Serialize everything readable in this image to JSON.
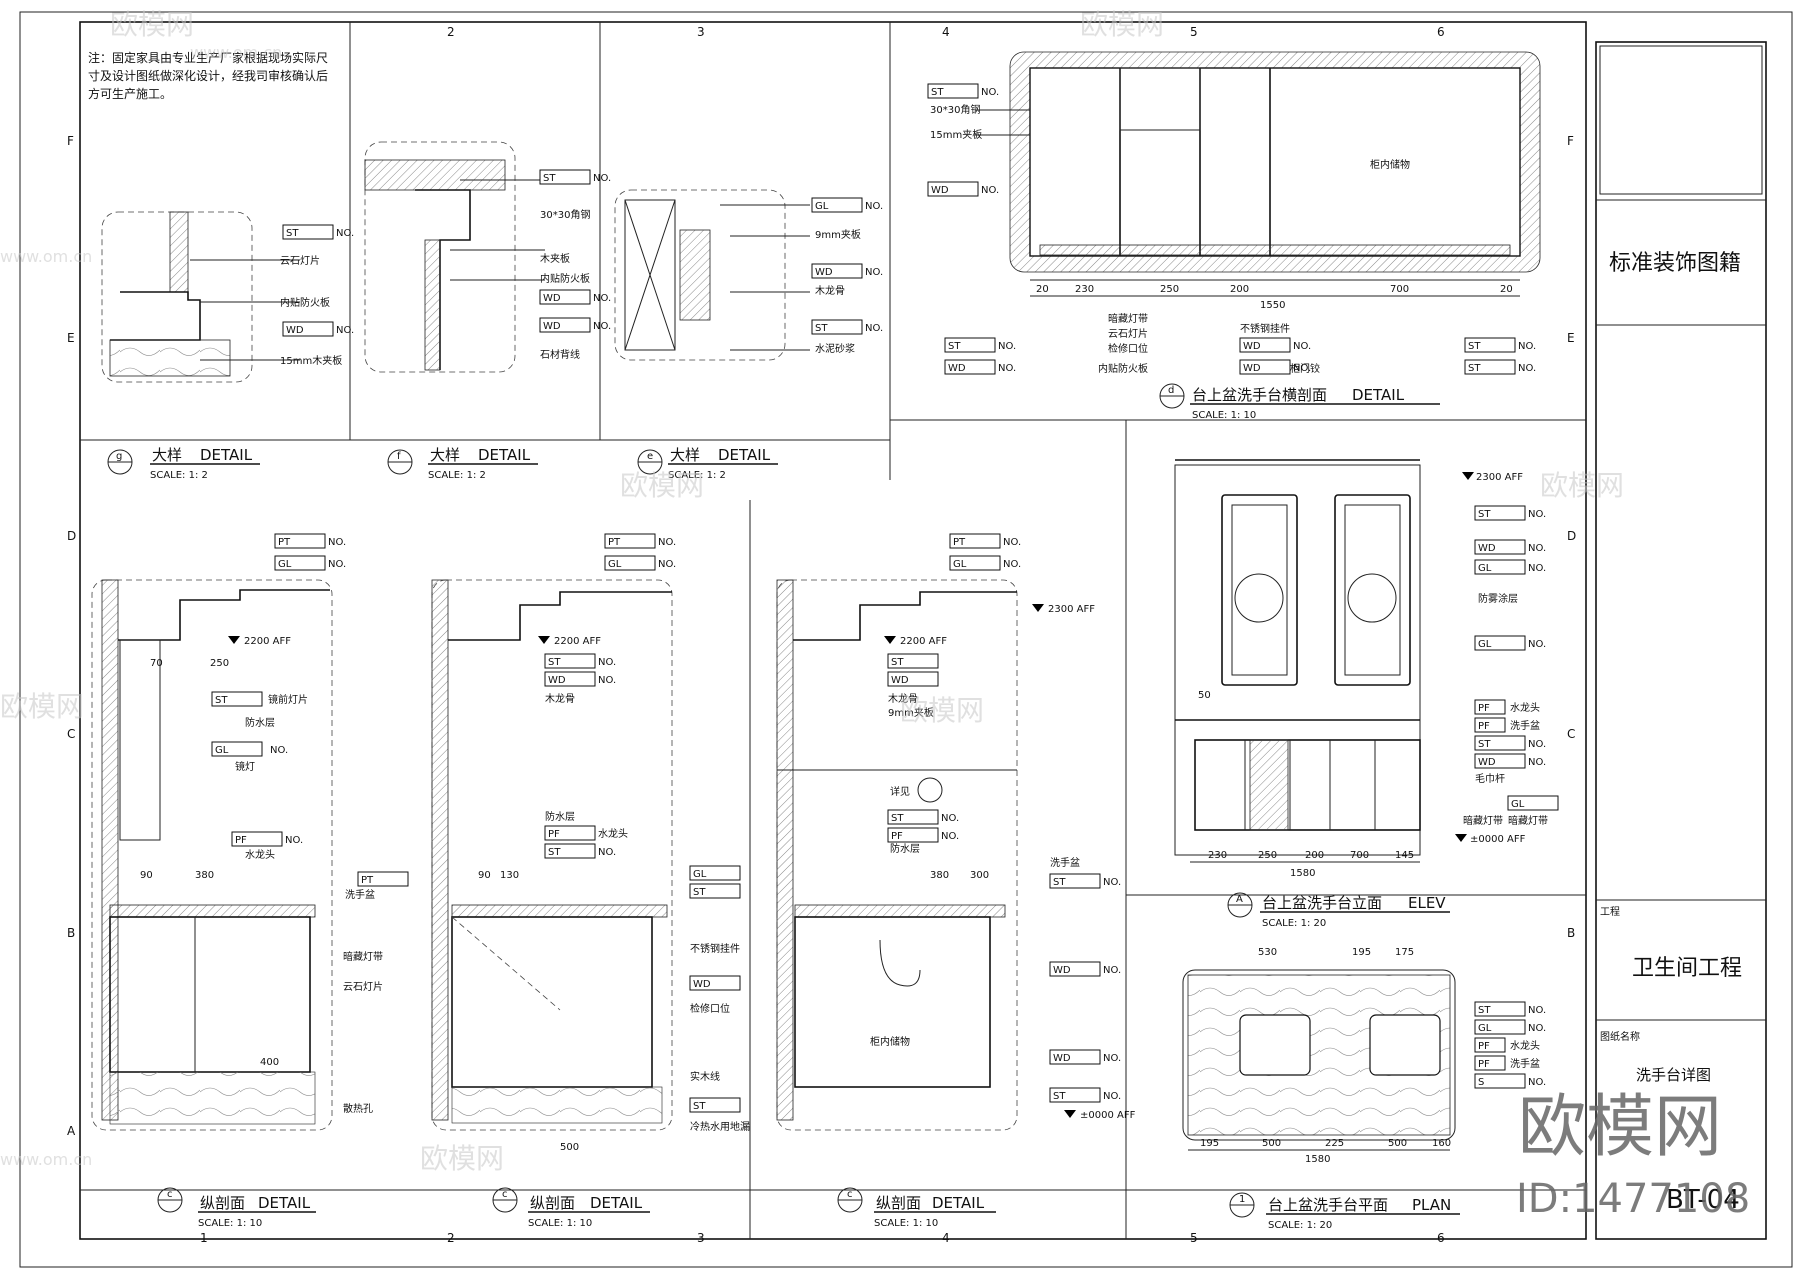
{
  "note": [
    "注：固定家具由专业生产厂家根据现场实际尺",
    "寸及设计图纸做深化设计，经我司审核确认后",
    "方可生产施工。"
  ],
  "grid": {
    "cols": [
      "1",
      "2",
      "3",
      "4",
      "5",
      "6"
    ],
    "rows": [
      "F",
      "E",
      "D",
      "C",
      "B",
      "A"
    ],
    "top_col_labels": [
      "2",
      "3",
      "4",
      "5",
      "6"
    ]
  },
  "title_block": {
    "company": "标准装饰图籍",
    "project_label": "工程",
    "project": "卫生间工程",
    "drawing_label": "图纸名称",
    "drawing": "洗手台详图",
    "sheet": "BT-04"
  },
  "watermark": {
    "site": "www.om.cn",
    "brand": "欧模网",
    "big": "欧模网",
    "id": "ID:1477108"
  },
  "views": {
    "g": {
      "tag": "g",
      "title": "大样",
      "sub": "DETAIL",
      "scale": "SCALE: 1: 2"
    },
    "f": {
      "tag": "f",
      "title": "大样",
      "sub": "DETAIL",
      "scale": "SCALE: 1: 2"
    },
    "e": {
      "tag": "e",
      "title": "大样",
      "sub": "DETAIL",
      "scale": "SCALE: 1: 2"
    },
    "d": {
      "tag": "d",
      "title": "台上盆洗手台横剖面",
      "sub": "DETAIL",
      "scale": "SCALE: 1: 10"
    },
    "c1": {
      "tag": "c",
      "title": "纵剖面",
      "sub": "DETAIL",
      "scale": "SCALE: 1: 10"
    },
    "c2": {
      "tag": "c",
      "title": "纵剖面",
      "sub": "DETAIL",
      "scale": "SCALE: 1: 10"
    },
    "c3": {
      "tag": "c",
      "title": "纵剖面",
      "sub": "DETAIL",
      "scale": "SCALE: 1: 10"
    },
    "a": {
      "tag": "A",
      "title": "台上盆洗手台立面",
      "sub": "ELEV",
      "scale": "SCALE: 1: 20"
    },
    "b": {
      "tag": "1",
      "title": "台上盆洗手台平面",
      "sub": "PLAN",
      "scale": "SCALE: 1: 20"
    }
  },
  "labels": {
    "g": [
      "云石灯片",
      "内贴防火板",
      "15mm木夹板"
    ],
    "f": [
      "30*30角钢",
      "木夹板",
      "内贴防火板",
      "石材背线"
    ],
    "e": [
      "9mm夹板",
      "木龙骨",
      "水泥砂浆"
    ],
    "d": [
      "30*30角钢",
      "15mm夹板",
      "暗藏灯带",
      "云石灯片",
      "检修口位",
      "内贴防火板",
      "不锈钢挂件",
      "柜门铰",
      "柜内储物"
    ],
    "c1": [
      "镜前灯片",
      "防水层",
      "镜灯",
      "水龙头",
      "洗手盆",
      "暗藏灯带",
      "云石灯片",
      "散热孔"
    ],
    "c2": [
      "木龙骨",
      "防水层",
      "水龙头",
      "不锈钢挂件",
      "检修口位",
      "实木线",
      "冷热水用地漏"
    ],
    "c3": [
      "木龙骨",
      "9mm夹板",
      "详见",
      "防水层",
      "洗手盆",
      "柜内储物"
    ],
    "a": [
      "防雾涂层",
      "水龙头",
      "洗手盆",
      "毛巾杆",
      "暗藏灯带",
      "暗藏灯带"
    ],
    "b": [
      "水龙头",
      "洗手盆"
    ]
  },
  "levels": {
    "l2300": "2300 AFF",
    "l2200": "2200 AFF",
    "l0": "±0000 AFF"
  },
  "codes": {
    "ST": "ST",
    "GL": "GL",
    "WD": "WD",
    "PT": "PT",
    "PF": "PF",
    "NO": "NO.",
    "S": "S"
  },
  "dims": {
    "d": [
      "20",
      "230",
      "250",
      "200",
      "700",
      "20",
      "1550"
    ],
    "a": [
      "50",
      "230",
      "250",
      "200",
      "700",
      "145",
      "1580"
    ],
    "b": [
      "195",
      "500",
      "225",
      "500",
      "160",
      "1580",
      "530",
      "195",
      "175"
    ],
    "c": [
      "70",
      "250",
      "380",
      "90",
      "130",
      "300",
      "500",
      "400"
    ]
  }
}
